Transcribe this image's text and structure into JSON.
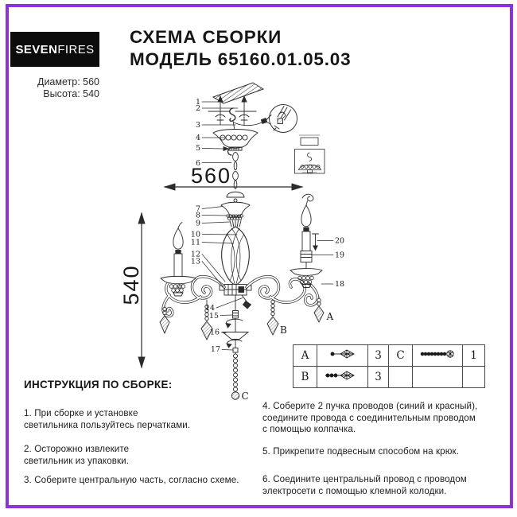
{
  "brand": {
    "bold": "SEVEN",
    "light": "FIRES"
  },
  "specs": {
    "diameter": "Диаметр: 560",
    "height": "Высота: 540"
  },
  "title": {
    "line1": "СХЕМА СБОРКИ",
    "line2": "МОДЕЛЬ 65160.01.05.03"
  },
  "frame_color": "#8c32d6",
  "diagram": {
    "dim_width": "560",
    "dim_height": "540",
    "callouts": [
      "1",
      "2",
      "3",
      "4",
      "5",
      "6",
      "7",
      "8",
      "9",
      "10",
      "11",
      "12",
      "13",
      "14",
      "15",
      "16",
      "17",
      "18",
      "19",
      "20"
    ],
    "pendant_labels": {
      "a": "A",
      "b": "B",
      "c": "C"
    }
  },
  "parts_table": {
    "rows": [
      {
        "part": "A",
        "qty": "3",
        "part2": "C",
        "qty2": "1"
      },
      {
        "part": "B",
        "qty": "3",
        "part2": "",
        "qty2": ""
      }
    ]
  },
  "instructions": {
    "heading": "ИНСТРУКЦИЯ ПО СБОРКЕ:",
    "left": [
      "1. При сборке и установке\nсветильника пользуйтесь перчатками.",
      "2. Осторожно извлеките\nсветильник из упаковки.",
      "3. Соберите центральную часть, согласно схеме."
    ],
    "right": [
      "4. Соберите 2 пучка проводов (синий и красный),\nсоедините провода с соединительным проводом\nс помощью колпачка.",
      "5. Прикрепите подвесным способом на крюк.",
      "6. Соедините центральный провод с проводом\nэлектросети с помощью клемной колодки."
    ]
  }
}
